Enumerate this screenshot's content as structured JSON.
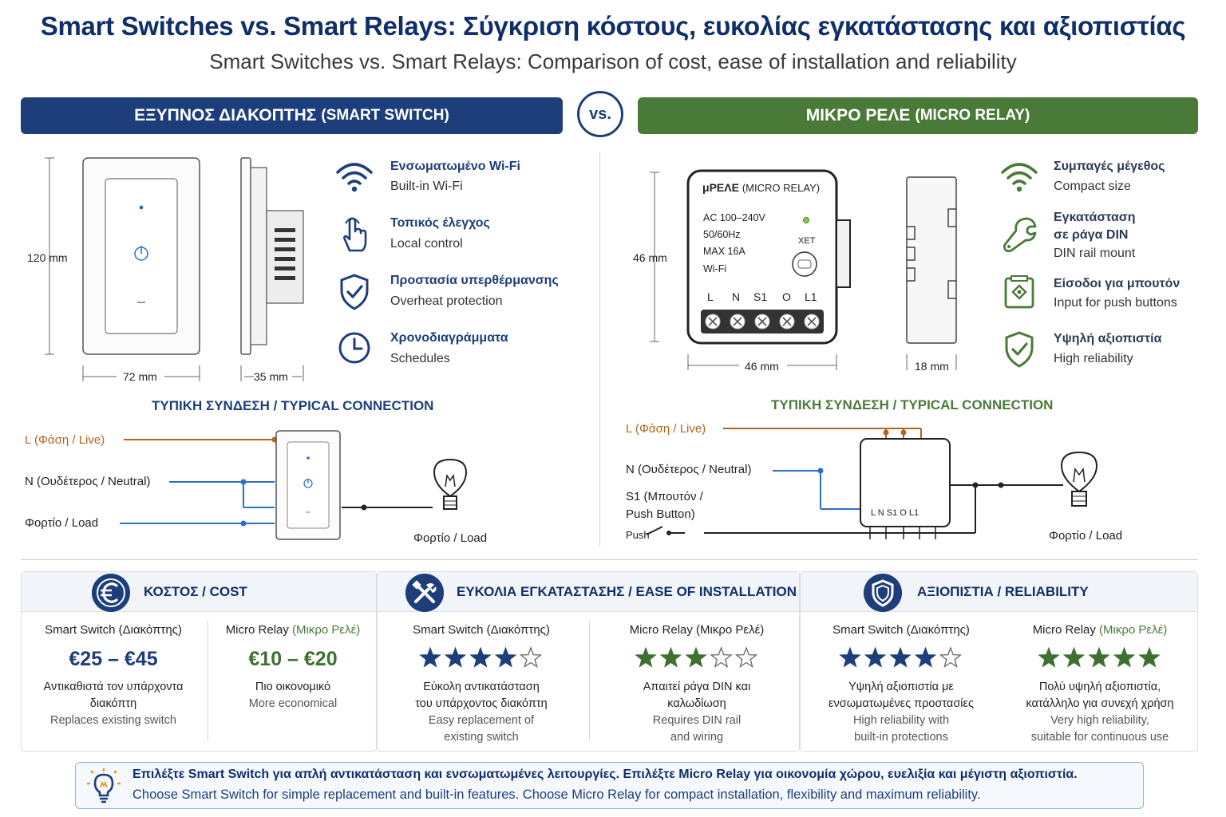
{
  "header": {
    "title_gr": "Smart Switches vs. Smart Relays: Σύγκριση κόστους, ευκολίας εγκατάστασης και αξιοπιστίας",
    "title_en": "Smart Switches vs. Smart Relays: Comparison of cost, ease of installation and reliability"
  },
  "left_band": {
    "label_gr": "ΕΞΥΠΝΟΣ ΔΙΑΚΟΠΤΗΣ",
    "label_en": "(SMART SWITCH)"
  },
  "vs_label": "vs.",
  "right_band": {
    "label_gr": "ΜΙΚΡΟ ΡΕΛΕ",
    "label_en": "(MICRO RELAY)"
  },
  "switch_dims": {
    "height": "120 mm",
    "width": "72 mm",
    "depth": "35 mm"
  },
  "switch_features": [
    {
      "gr": "Ενσωματωμένο Wi-Fi",
      "en": "Built-in Wi-Fi",
      "icon": "wifi-icon"
    },
    {
      "gr": "Τοπικός έλεγχος",
      "en": "Local control",
      "icon": "touch-hand-icon"
    },
    {
      "gr": "Προστασία υπερθέρμανσης",
      "en": "Overheat protection",
      "icon": "shield-check-icon"
    },
    {
      "gr": "Χρονοδιαγράμματα",
      "en": "Schedules",
      "icon": "clock-icon"
    }
  ],
  "relay_dims": {
    "height": "46 mm",
    "width": "46 mm",
    "depth": "18 mm"
  },
  "relay_label": {
    "name": "μΡΕΛΕ",
    "name_en": "(MICRO RELAY)",
    "spec1": "AC 100–240V",
    "spec2": "50/60Hz",
    "spec3": "MAX 16A",
    "spec4": "Wi-Fi",
    "reset": "ΧΕΤ",
    "terminals": [
      "L",
      "N",
      "S1",
      "O",
      "L1"
    ]
  },
  "relay_features": [
    {
      "gr": "Συμπαγές μέγεθος",
      "en": "Compact size",
      "icon": "wifi-icon"
    },
    {
      "gr1": "Εγκατάσταση",
      "gr2": "σε ράγα DIN",
      "en": "DIN rail mount",
      "icon": "wrench-icon"
    },
    {
      "gr": "Είσοδοι για μπουτόν",
      "en": "Input for push buttons",
      "icon": "push-button-icon"
    },
    {
      "gr": "Υψηλή αξιοπιστία",
      "en": "High reliability",
      "icon": "shield-check-icon"
    }
  ],
  "switch_connection": {
    "title": "ΤΥΠΙΚΗ ΣΥΝΔΕΣΗ / TYPICAL CONNECTION",
    "live_label": "L (Φάση / Live)",
    "neutral_label": "N (Ουδέτερος / Neutral)",
    "load_wire_label": "Φορτίο / Load",
    "load_label": "Φορτίο / Load"
  },
  "relay_connection": {
    "title": "ΤΥΠΙΚΗ ΣΥΝΔΕΣΗ / TYPICAL CONNECTION",
    "live_label": "L (Φάση / Live)",
    "neutral_label": "N (Ουδέτερος / Neutral)",
    "s1_label_1": "S1 (Μπουτόν /",
    "s1_label_2": "Push Button)",
    "push_label": "Push",
    "terminals_text": "L  N  S1  O  L1",
    "load_label": "Φορτίο / Load"
  },
  "cost_panel": {
    "title": "ΚΟΣΤΟΣ / COST",
    "icon": "euro-icon",
    "switch_head": "Smart Switch (Διακόπτης)",
    "switch_price": "€25 – €45",
    "switch_desc_gr": "Αντικαθιστά τον υπάρχοντα διακόπτη",
    "switch_desc_en": "Replaces existing switch",
    "relay_head": "Micro Relay",
    "relay_head_gr": "(Μικρο Ρελέ)",
    "relay_price": "€10 – €20",
    "relay_desc_gr": "Πιο οικονομικό",
    "relay_desc_en": "More economical"
  },
  "install_panel": {
    "title": "ΕΥΚΟΛΙΑ ΕΓΚΑΤΑΣΤΑΣΗΣ / EASE OF INSTALLATION",
    "icon": "tools-icon",
    "switch_head": "Smart Switch (Διακόπτης)",
    "switch_rating": 4,
    "switch_desc_gr1": "Εύκολη αντικατάσταση",
    "switch_desc_gr2": "του υπάρχοντος διακόπτη",
    "switch_desc_en1": "Easy replacement of",
    "switch_desc_en2": "existing switch",
    "relay_head": "Micro Relay",
    "relay_head_gr": "(Μικρο Ρελέ)",
    "relay_rating": 3,
    "relay_desc_gr1": "Απαιτεί ράγα DIN και",
    "relay_desc_gr2": "καλωδίωση",
    "relay_desc_en1": "Requires DIN rail",
    "relay_desc_en2": "and wiring"
  },
  "reliability_panel": {
    "title": "ΑΞΙΟΠΙΣΤΙΑ / RELIABILITY",
    "icon": "shield-icon",
    "switch_head": "Smart Switch (Διακόπτης)",
    "switch_rating": 4,
    "switch_desc_gr1": "Υψηλή αξιοπιστία με",
    "switch_desc_gr2": "ενσωματωμένες προστασίες",
    "switch_desc_en1": "High reliability with",
    "switch_desc_en2": "built-in protections",
    "relay_head": "Micro Relay",
    "relay_head_gr": "(Μικρο Ρελέ)",
    "relay_rating": 5,
    "relay_desc_gr1": "Πολύ υψηλή αξιοπιστία,",
    "relay_desc_gr2": "κατάλληλο για συνεχή χρήση",
    "relay_desc_en1": "Very high reliability,",
    "relay_desc_en2": "suitable for continuous use"
  },
  "footer": {
    "icon": "lightbulb-icon",
    "text_gr": "Επιλέξτε Smart Switch για απλή αντικατάσταση και ενσωματωμένες λειτουργίες. Επιλέξτε Micro Relay για οικονομία χώρου, ευελιξία και μέγιστη αξιοπιστία.",
    "text_en": "Choose Smart Switch for simple replacement and built-in features. Choose Micro Relay for compact installation, flexibility and maximum reliability."
  },
  "colors": {
    "blue": "#1d3e7a",
    "green": "#4a7a38",
    "live_wire": "#b5651d",
    "neutral_wire": "#2a6fc9",
    "load_wire": "#1d3e7a"
  },
  "max_rating": 5
}
